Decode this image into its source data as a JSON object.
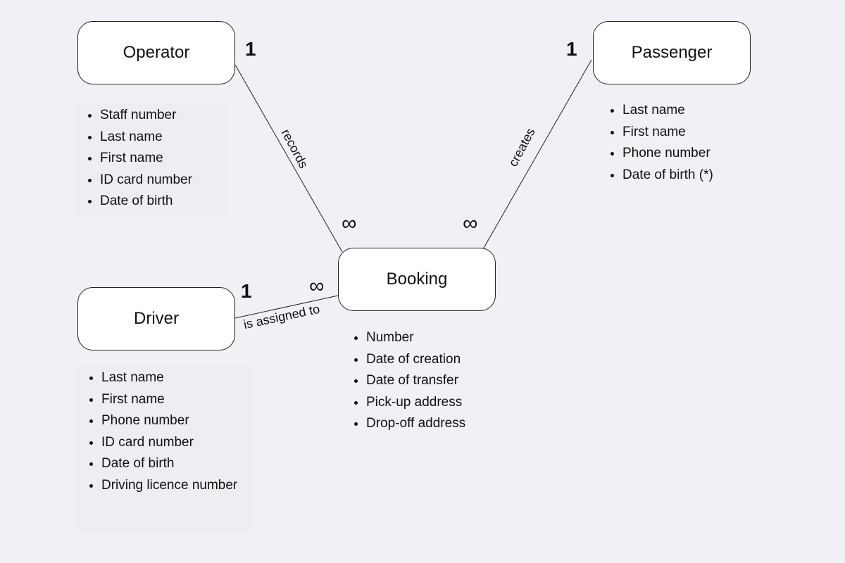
{
  "entities": {
    "operator": {
      "name": "Operator",
      "attributes": [
        "Staff number",
        "Last name",
        "First name",
        "ID card number",
        "Date of birth"
      ]
    },
    "passenger": {
      "name": "Passenger",
      "attributes": [
        "Last name",
        "First name",
        "Phone number",
        "Date of birth (*)"
      ]
    },
    "booking": {
      "name": "Booking",
      "attributes": [
        "Number",
        "Date of creation",
        "Date of transfer",
        "Pick-up address",
        "Drop-off address"
      ]
    },
    "driver": {
      "name": "Driver",
      "attributes": [
        "Last name",
        "First name",
        "Phone number",
        "ID card number",
        "Date of birth",
        "Driving licence number"
      ]
    }
  },
  "relationships": {
    "operator_booking": {
      "label": "records",
      "from_cardinality": "1",
      "to_cardinality": "∞"
    },
    "passenger_booking": {
      "label": "creates",
      "from_cardinality": "1",
      "to_cardinality": "∞"
    },
    "driver_booking": {
      "label": "is assigned to",
      "from_cardinality": "1",
      "to_cardinality": "∞"
    }
  }
}
